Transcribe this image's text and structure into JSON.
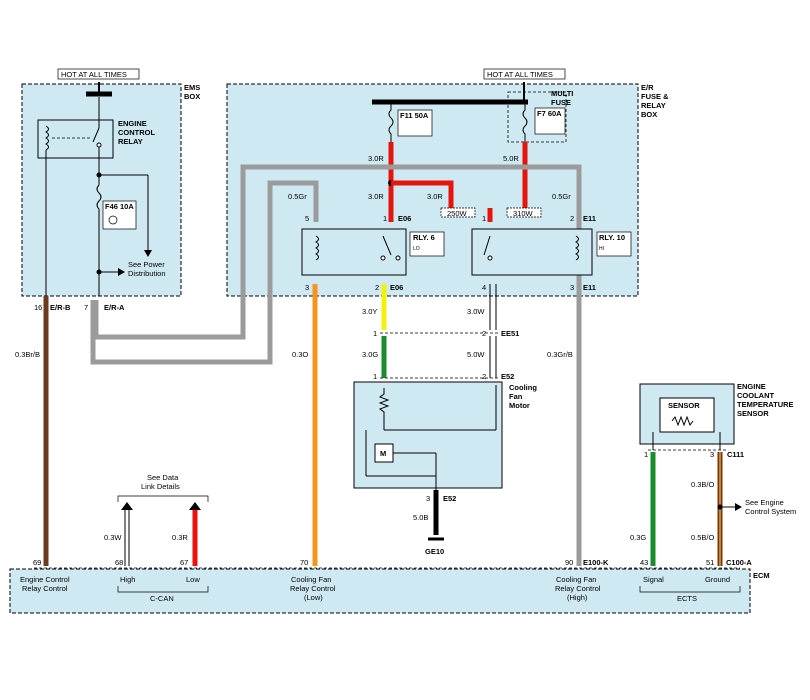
{
  "hot_at_all_times": "HOT AT ALL TIMES",
  "ems_box": {
    "line1": "EMS",
    "line2": "BOX"
  },
  "er_box": {
    "line1": "E/R",
    "line2": "FUSE &",
    "line3": "RELAY",
    "line4": "BOX"
  },
  "engine_control_relay": {
    "line1": "ENGINE",
    "line2": "CONTROL",
    "line3": "RELAY"
  },
  "multi_fuse": {
    "line1": "MULTI",
    "line2": "FUSE"
  },
  "fuses": {
    "f46": "F46 10A",
    "f11": "F11 50A",
    "f7": "F7 60A"
  },
  "resistors": {
    "r250": "250W",
    "r310": "310W"
  },
  "relays": {
    "rly6": "RLY. 6",
    "rly6_sub": "LO",
    "rly10": "RLY. 10",
    "rly10_sub": "HI"
  },
  "power_dist": {
    "line1": "See Power",
    "line2": "Distribution"
  },
  "data_link": {
    "line1": "See Data",
    "line2": "Link Details"
  },
  "engine_control_system": {
    "line1": "See Engine",
    "line2": "Control System"
  },
  "motor": {
    "line1": "Cooling",
    "line2": "Fan",
    "line3": "Motor",
    "symbol": "M"
  },
  "sensor": {
    "label": "SENSOR",
    "line1": "ENGINE",
    "line2": "COOLANT",
    "line3": "TEMPERATURE",
    "line4": "SENSOR"
  },
  "connectors": {
    "er_b": "E/R-B",
    "er_a": "E/R-A",
    "e06": "E06",
    "e11": "E11",
    "ee51": "EE51",
    "e52": "E52",
    "ge10": "GE10",
    "c111": "C111",
    "e100k": "E100-K",
    "c100a": "C100-A",
    "ecm": "ECM"
  },
  "pins": {
    "p16": "16",
    "p7": "7",
    "p5": "5",
    "p1": "1",
    "p3": "3",
    "p2": "2",
    "p4": "4",
    "p69": "69",
    "p68": "68",
    "p67": "67",
    "p70": "70",
    "p90": "90",
    "p43": "43",
    "p51": "51"
  },
  "wires": {
    "w3R": "3.0R",
    "w5R": "5.0R",
    "w05Gr": "0.5Gr",
    "w3Y": "3.0Y",
    "w3W": "3.0W",
    "w3G": "3.0G",
    "w5W": "5.0W",
    "w5B": "5.0B",
    "w03BrB": "0.3Br/B",
    "w03O": "0.3O",
    "w03GrB": "0.3Gr/B",
    "w03W": "0.3W",
    "w03R": "0.3R",
    "w03G": "0.3G",
    "w03BO": "0.3B/O",
    "w05BO": "0.5B/O"
  },
  "ecm_labels": {
    "erc1": "Engine Control",
    "erc2": "Relay Control",
    "high": "High",
    "low": "Low",
    "ccan": "C-CAN",
    "cfl1": "Cooling Fan",
    "cfl2": "Relay Control",
    "cfl3": "(Low)",
    "cfh1": "Cooling Fan",
    "cfh2": "Relay Control",
    "cfh3": "(High)",
    "signal": "Signal",
    "ground": "Ground",
    "ects": "ECTS"
  },
  "colors": {
    "box_fill": "#cfe9f2",
    "red": "#e8140c",
    "orange": "#f7941d",
    "green": "#1a8c2e",
    "yellow": "#f2f20c",
    "brown": "#6b3a1f",
    "gray": "#9b9b9b"
  }
}
